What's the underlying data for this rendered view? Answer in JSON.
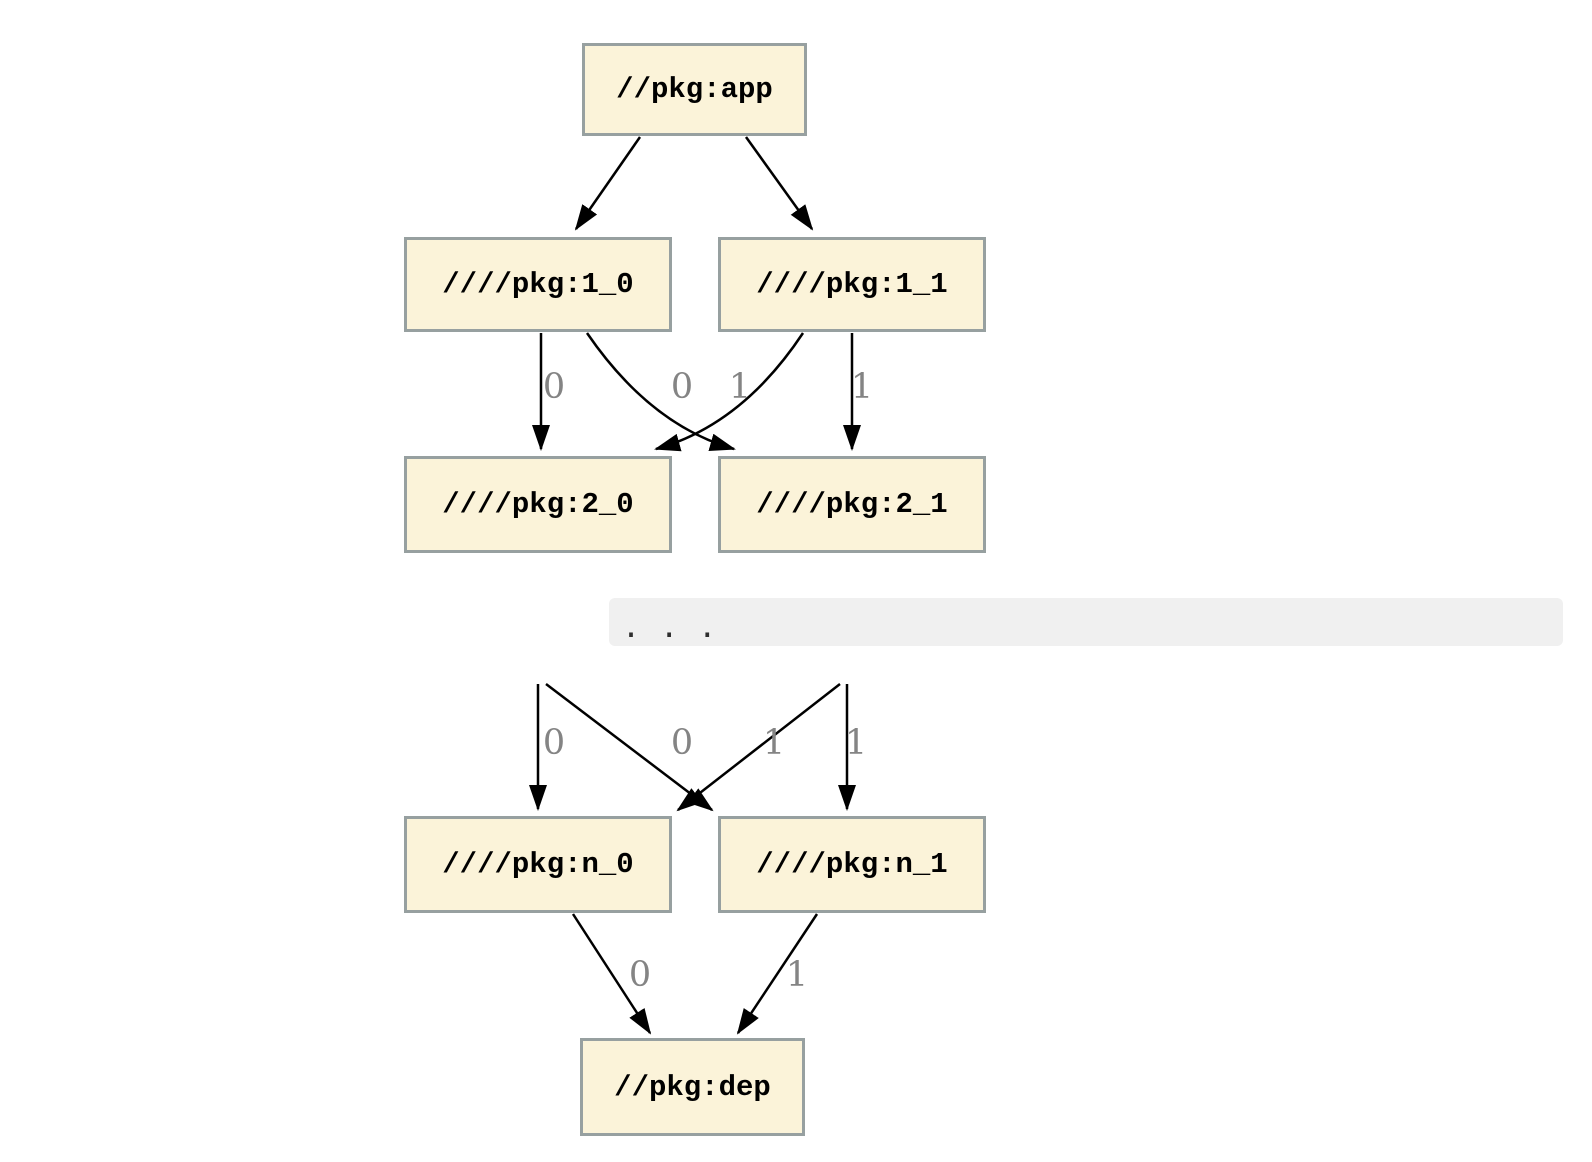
{
  "diagram": {
    "nodes": [
      {
        "id": "app",
        "label": "//pkg:app"
      },
      {
        "id": "1_0",
        "label": "////pkg:1_0"
      },
      {
        "id": "1_1",
        "label": "////pkg:1_1"
      },
      {
        "id": "2_0",
        "label": "////pkg:2_0"
      },
      {
        "id": "2_1",
        "label": "////pkg:2_1"
      },
      {
        "id": "n_0",
        "label": "////pkg:n_0"
      },
      {
        "id": "n_1",
        "label": "////pkg:n_1"
      },
      {
        "id": "dep",
        "label": "//pkg:dep"
      }
    ],
    "band": {
      "label": ". . ."
    },
    "edge_labels": {
      "upper": [
        "0",
        "0",
        "1",
        "1"
      ],
      "lower": [
        "0",
        "0",
        "1",
        "1"
      ],
      "bottom": [
        "0",
        "1"
      ]
    },
    "colors": {
      "node_fill": "#FBF3D9",
      "node_border": "#97A0A0",
      "node_text": "#000000",
      "edge_line": "#000000",
      "edge_label_text": "#848484",
      "band_fill": "#F0F0F0",
      "band_text": "#2E2E2E",
      "background": "#FFFFFF"
    }
  }
}
